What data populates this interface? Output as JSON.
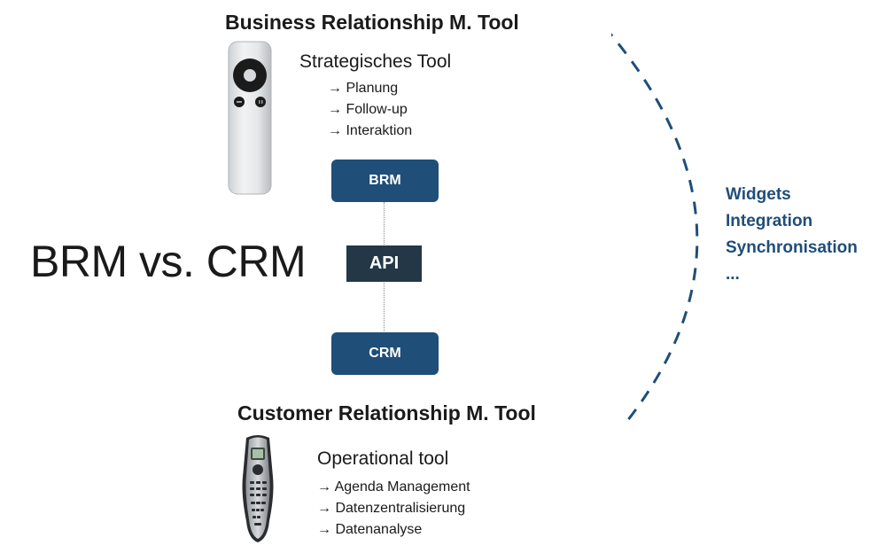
{
  "title_main": "BRM vs. CRM",
  "brm_section": {
    "heading": "Business Relationship M. Tool",
    "subtitle": "Strategisches Tool",
    "items": [
      "Planung",
      "Follow-up",
      "Interaktion"
    ]
  },
  "crm_section": {
    "heading": "Customer Relationship M. Tool",
    "subtitle": "Operational tool",
    "items": [
      "Agenda Management",
      "Datenzentralisierung",
      "Datenanalyse"
    ]
  },
  "diagram": {
    "top_box": "BRM",
    "middle_box": "API",
    "bottom_box": "CRM"
  },
  "side_list": [
    "Widgets",
    "Integration",
    "Synchronisation",
    "..."
  ],
  "arrow_glyph": "→",
  "colors": {
    "box": "#1f4e79",
    "api": "#243746",
    "accent_text": "#1f4e79"
  },
  "icons": [
    "apple-remote-icon",
    "universal-remote-icon"
  ]
}
